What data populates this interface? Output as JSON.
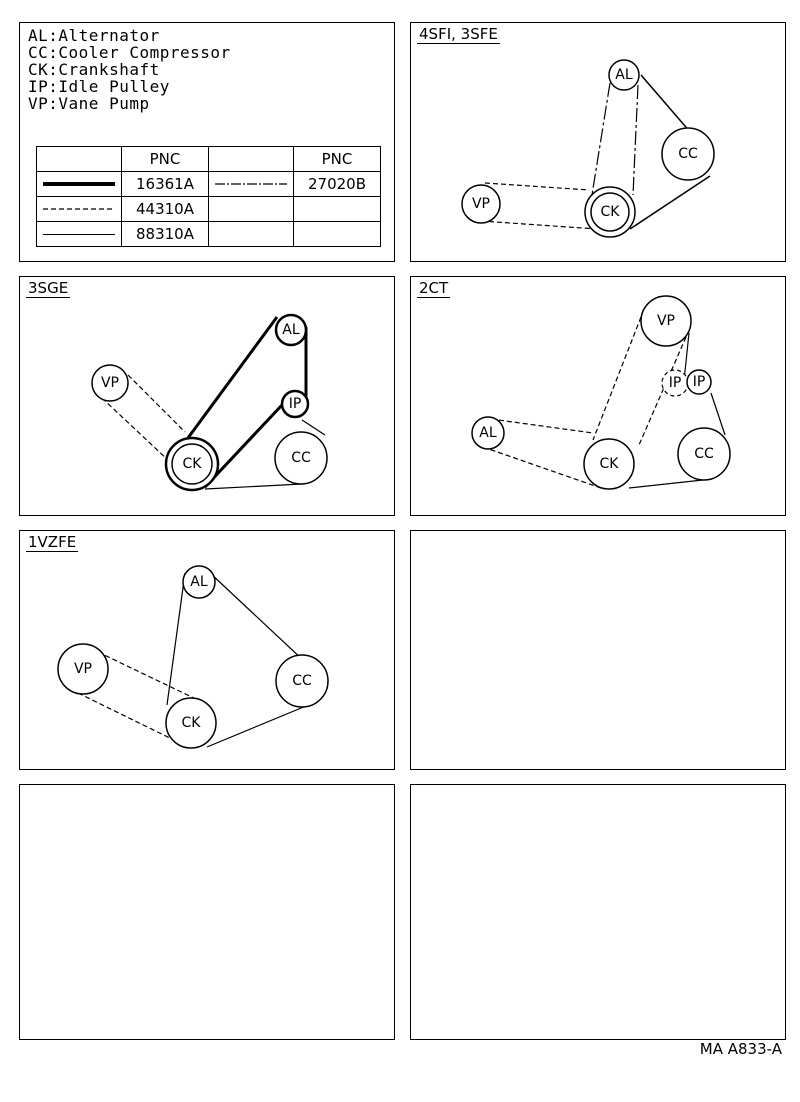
{
  "legend": [
    "AL:Alternator",
    "CC:Cooler Compressor",
    "CK:Crankshaft",
    "IP:Idle Pulley",
    "VP:Vane Pump"
  ],
  "pnc_table": {
    "headers": [
      "PNC",
      "PNC"
    ],
    "rows": [
      {
        "left_style": "thick",
        "left_code": "16361A",
        "right_style": "dash-dot",
        "right_code": "27020B"
      },
      {
        "left_style": "dashed",
        "left_code": "44310A",
        "right_style": "",
        "right_code": ""
      },
      {
        "left_style": "thin",
        "left_code": "88310A",
        "right_style": "",
        "right_code": ""
      }
    ]
  },
  "panels": {
    "p1": {
      "title": "4SFI, 3SFE",
      "pulleys": [
        "AL",
        "CC",
        "VP",
        "CK"
      ]
    },
    "p2": {
      "title": "3SGE",
      "pulleys": [
        "AL",
        "VP",
        "IP",
        "CC",
        "CK"
      ]
    },
    "p3": {
      "title": "2CT",
      "pulleys": [
        "VP",
        "IP",
        "IP",
        "AL",
        "CC",
        "CK"
      ]
    },
    "p4": {
      "title": "1VZFE",
      "pulleys": [
        "AL",
        "VP",
        "CC",
        "CK"
      ]
    }
  },
  "reference": "MA A833-A",
  "colors": {
    "ink": "#000000",
    "paper": "#ffffff"
  }
}
